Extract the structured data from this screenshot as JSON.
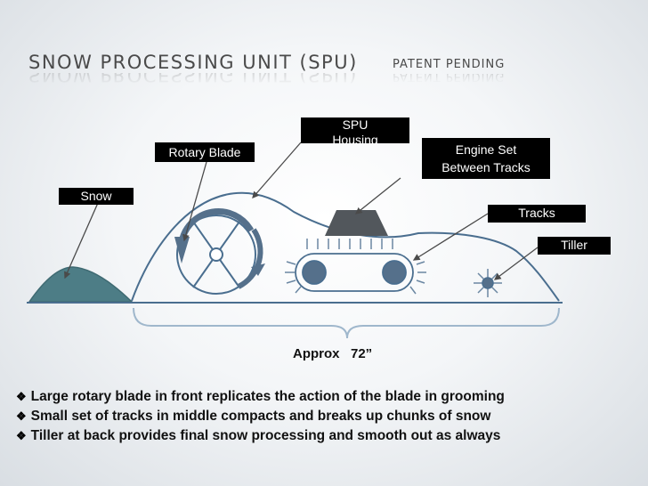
{
  "title": "Snow Processing Unit (SPU)",
  "subtitle": "Patent Pending",
  "labels": {
    "snow": "Snow",
    "rotary_blade": "Rotary Blade",
    "spu_housing": "SPU Housing",
    "engine_set": "Engine Set Between Tracks",
    "tracks": "Tracks",
    "tiller": "Tiller"
  },
  "dimension": "Approx   72”",
  "bullets": [
    "Large rotary blade in front replicates the action of the blade in grooming",
    "Small set of tracks in middle compacts and breaks up chunks of snow",
    "Tiller at back provides final snow processing and smooth out as always"
  ],
  "colors": {
    "snow_fill": "#4d7d86",
    "diagram_stroke": "#4a6e8f",
    "housing_fill": "#52575c",
    "label_bg": "#000000"
  }
}
